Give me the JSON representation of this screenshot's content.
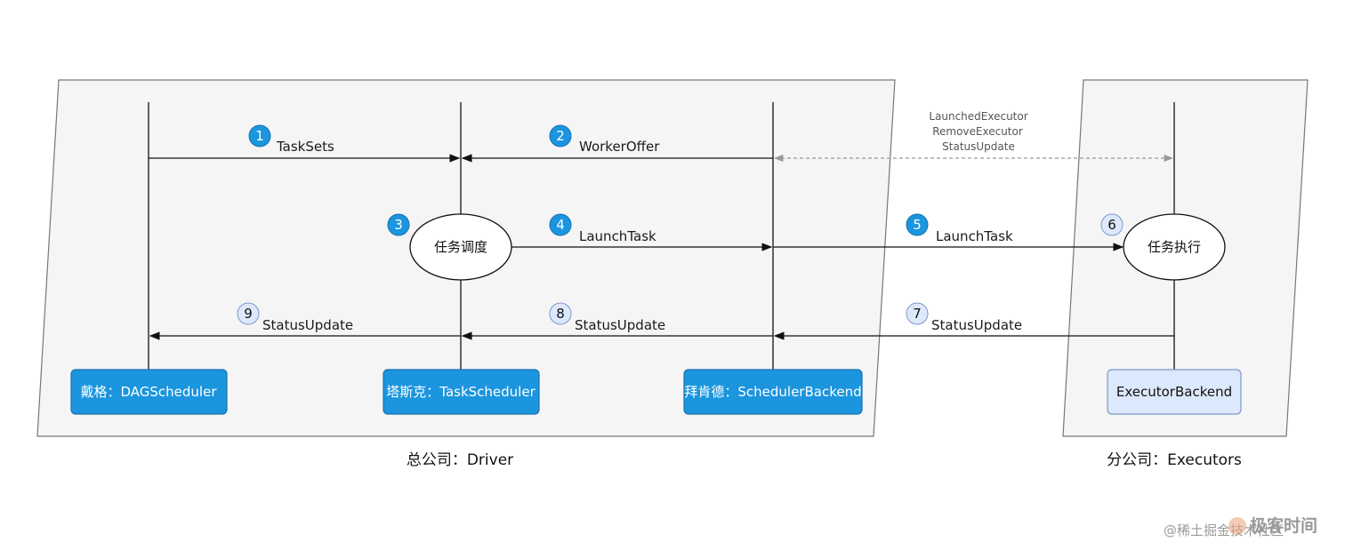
{
  "colors": {
    "panel_fill": "#f5f5f5",
    "panel_stroke": "#777777",
    "primary_blue": "#1b95de",
    "primary_blue_dark": "#1572b0",
    "light_blue": "#dce8fb",
    "light_blue_stroke": "#7c99c9",
    "line": "#111111",
    "dashed_line": "#999999"
  },
  "groups": {
    "driver_caption": "总公司：Driver",
    "executors_caption": "分公司：Executors"
  },
  "components": {
    "dag_scheduler": "戴格：DAGScheduler",
    "task_scheduler": "塔斯克：TaskScheduler",
    "scheduler_backend": "拜肯德：SchedulerBackend",
    "executor_backend": "ExecutorBackend"
  },
  "processes": {
    "task_scheduling": "任务调度",
    "task_execution": "任务执行"
  },
  "messages": {
    "m1": "TaskSets",
    "m2": "WorkerOffer",
    "m4": "LaunchTask",
    "m5": "LaunchTask",
    "m7": "StatusUpdate",
    "m8": "StatusUpdate",
    "m9": "StatusUpdate",
    "heartbeat_1": "LaunchedExecutor",
    "heartbeat_2": "RemoveExecutor",
    "heartbeat_3": "StatusUpdate"
  },
  "steps": {
    "s1": "1",
    "s2": "2",
    "s3": "3",
    "s4": "4",
    "s5": "5",
    "s6": "6",
    "s7": "7",
    "s8": "8",
    "s9": "9"
  },
  "watermark": {
    "prefix": "@稀土掘金技术社区",
    "brand": "极客时间"
  }
}
